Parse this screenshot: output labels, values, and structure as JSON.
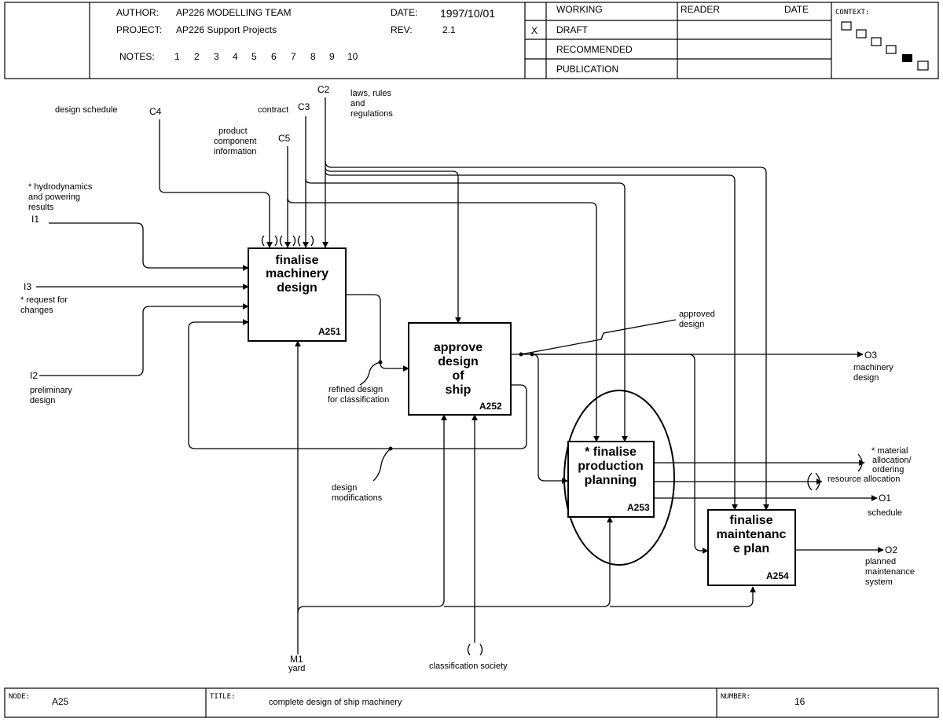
{
  "header": {
    "author_label": "AUTHOR:",
    "author": "AP226  MODELLING TEAM",
    "project_label": "PROJECT:",
    "project": "AP226 Support Projects",
    "notes_label": "NOTES:",
    "notes": [
      "1",
      "2",
      "3",
      "4",
      "5",
      "6",
      "7",
      "8",
      "9",
      "10"
    ],
    "date_label": "DATE:",
    "date": "1997/10/01",
    "rev_label": "REV:",
    "rev": "2.1",
    "status": [
      "WORKING",
      "DRAFT",
      "RECOMMENDED",
      "PUBLICATION"
    ],
    "status_mark": "X",
    "reader_label": "READER",
    "reader_date_label": "DATE",
    "context_label": "CONTEXT:"
  },
  "boxes": [
    {
      "name": "finalise-machinery-design",
      "lines": [
        "finalise",
        "machinery",
        "design"
      ],
      "id": "A251"
    },
    {
      "name": "approve-design-of-ship",
      "lines": [
        "approve",
        "design",
        "of",
        "ship"
      ],
      "id": "A252"
    },
    {
      "name": "finalise-production-planning",
      "lines": [
        "*  finalise",
        "production",
        "planning"
      ],
      "id": "A253"
    },
    {
      "name": "finalise-maintenance-plan",
      "lines": [
        "finalise",
        "maintenanc",
        "e plan"
      ],
      "id": "A254"
    }
  ],
  "codes": {
    "c4": "C4",
    "c3": "C3",
    "c2": "C2",
    "c5": "C5",
    "i1": "I1",
    "i3": "I3",
    "i2": "I2",
    "o3": "O3",
    "o1": "O1",
    "o2": "O2",
    "m1": "M1"
  },
  "labels": {
    "design_schedule": "design schedule",
    "contract": "contract",
    "laws": [
      "laws, rules",
      "and",
      "regulations"
    ],
    "product_component": [
      "product",
      "component",
      "information"
    ],
    "hydrodynamics": [
      "* hydrodynamics",
      "and powering",
      "results"
    ],
    "request_changes": [
      "* request for",
      "changes"
    ],
    "preliminary": [
      "preliminary",
      "design"
    ],
    "refined": [
      "refined design",
      "for classification"
    ],
    "design_modifications": [
      "design",
      "modifications"
    ],
    "approved_design": [
      "approved",
      "design"
    ],
    "machinery_design": [
      "machinery",
      "design"
    ],
    "material_allocation": [
      "* material",
      "allocation/",
      "ordering"
    ],
    "resource_allocation": "resource allocation",
    "schedule": "schedule",
    "planned_maintenance": [
      "planned",
      "maintenance",
      "system"
    ],
    "yard": "yard",
    "classification_society": "classification society"
  },
  "footer": {
    "node_label": "NODE:",
    "node": "A25",
    "title_label": "TITLE:",
    "title": "complete  design of ship machinery",
    "number_label": "NUMBER:",
    "number": "16"
  }
}
